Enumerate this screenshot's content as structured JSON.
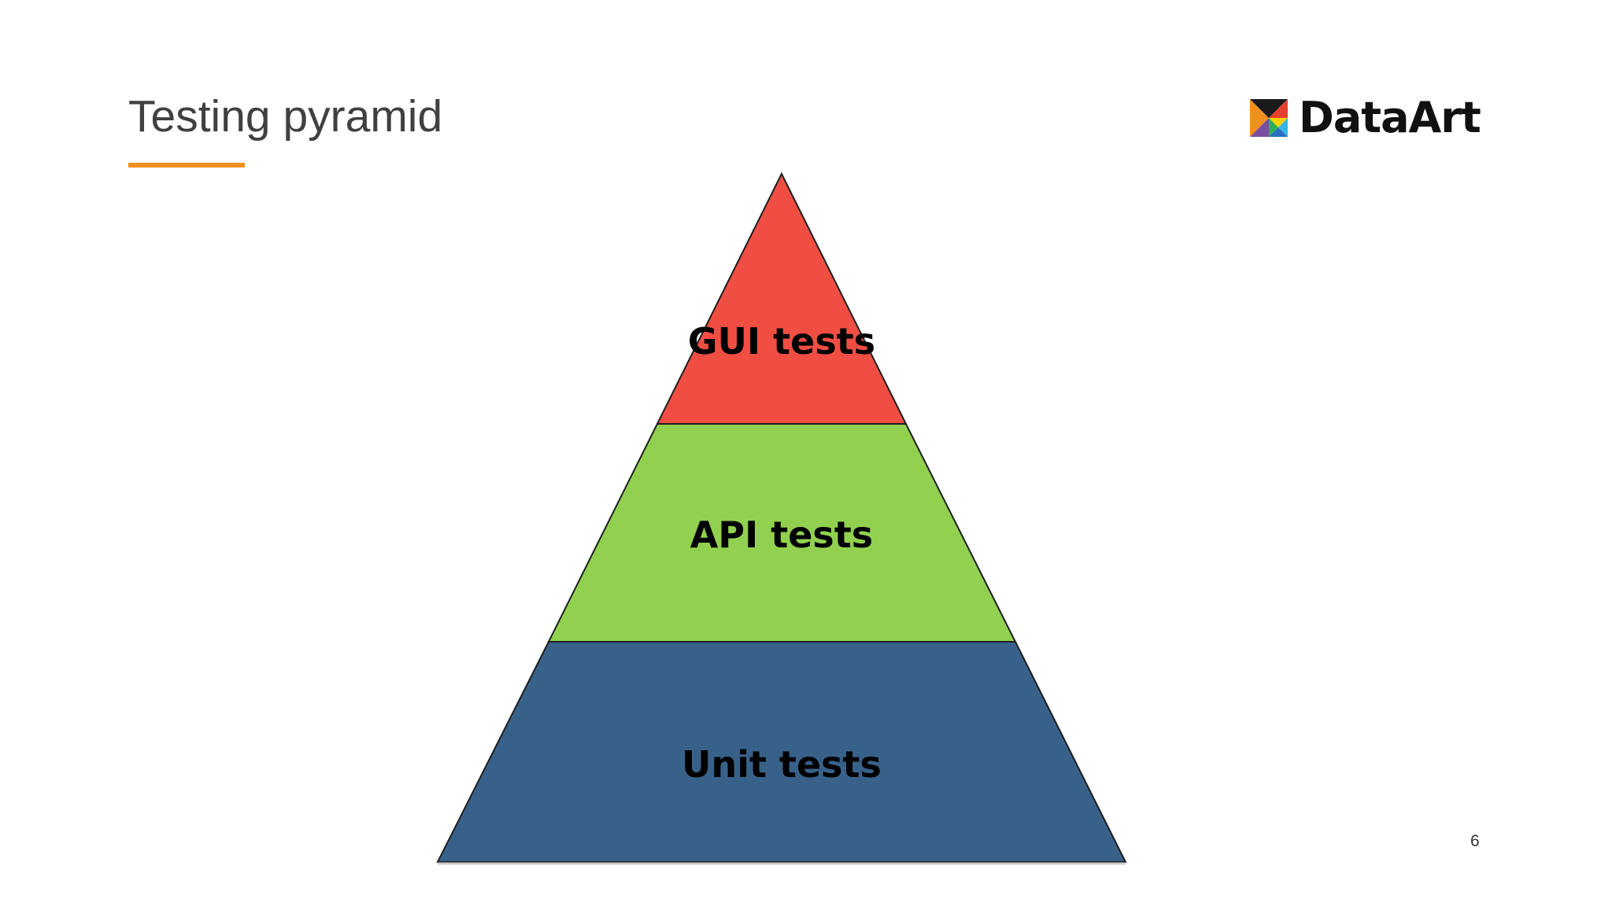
{
  "slide": {
    "title": "Testing pyramid",
    "page_number": "6"
  },
  "logo": {
    "text": "DataArt",
    "icon": "dataart-logo-icon"
  },
  "pyramid": {
    "tiers": [
      {
        "label": "GUI tests",
        "color": "#f04e43"
      },
      {
        "label": "API tests",
        "color": "#92d050"
      },
      {
        "label": "Unit tests",
        "color": "#386189"
      }
    ]
  },
  "colors": {
    "accent": "#f0901e",
    "title_text": "#404040"
  }
}
